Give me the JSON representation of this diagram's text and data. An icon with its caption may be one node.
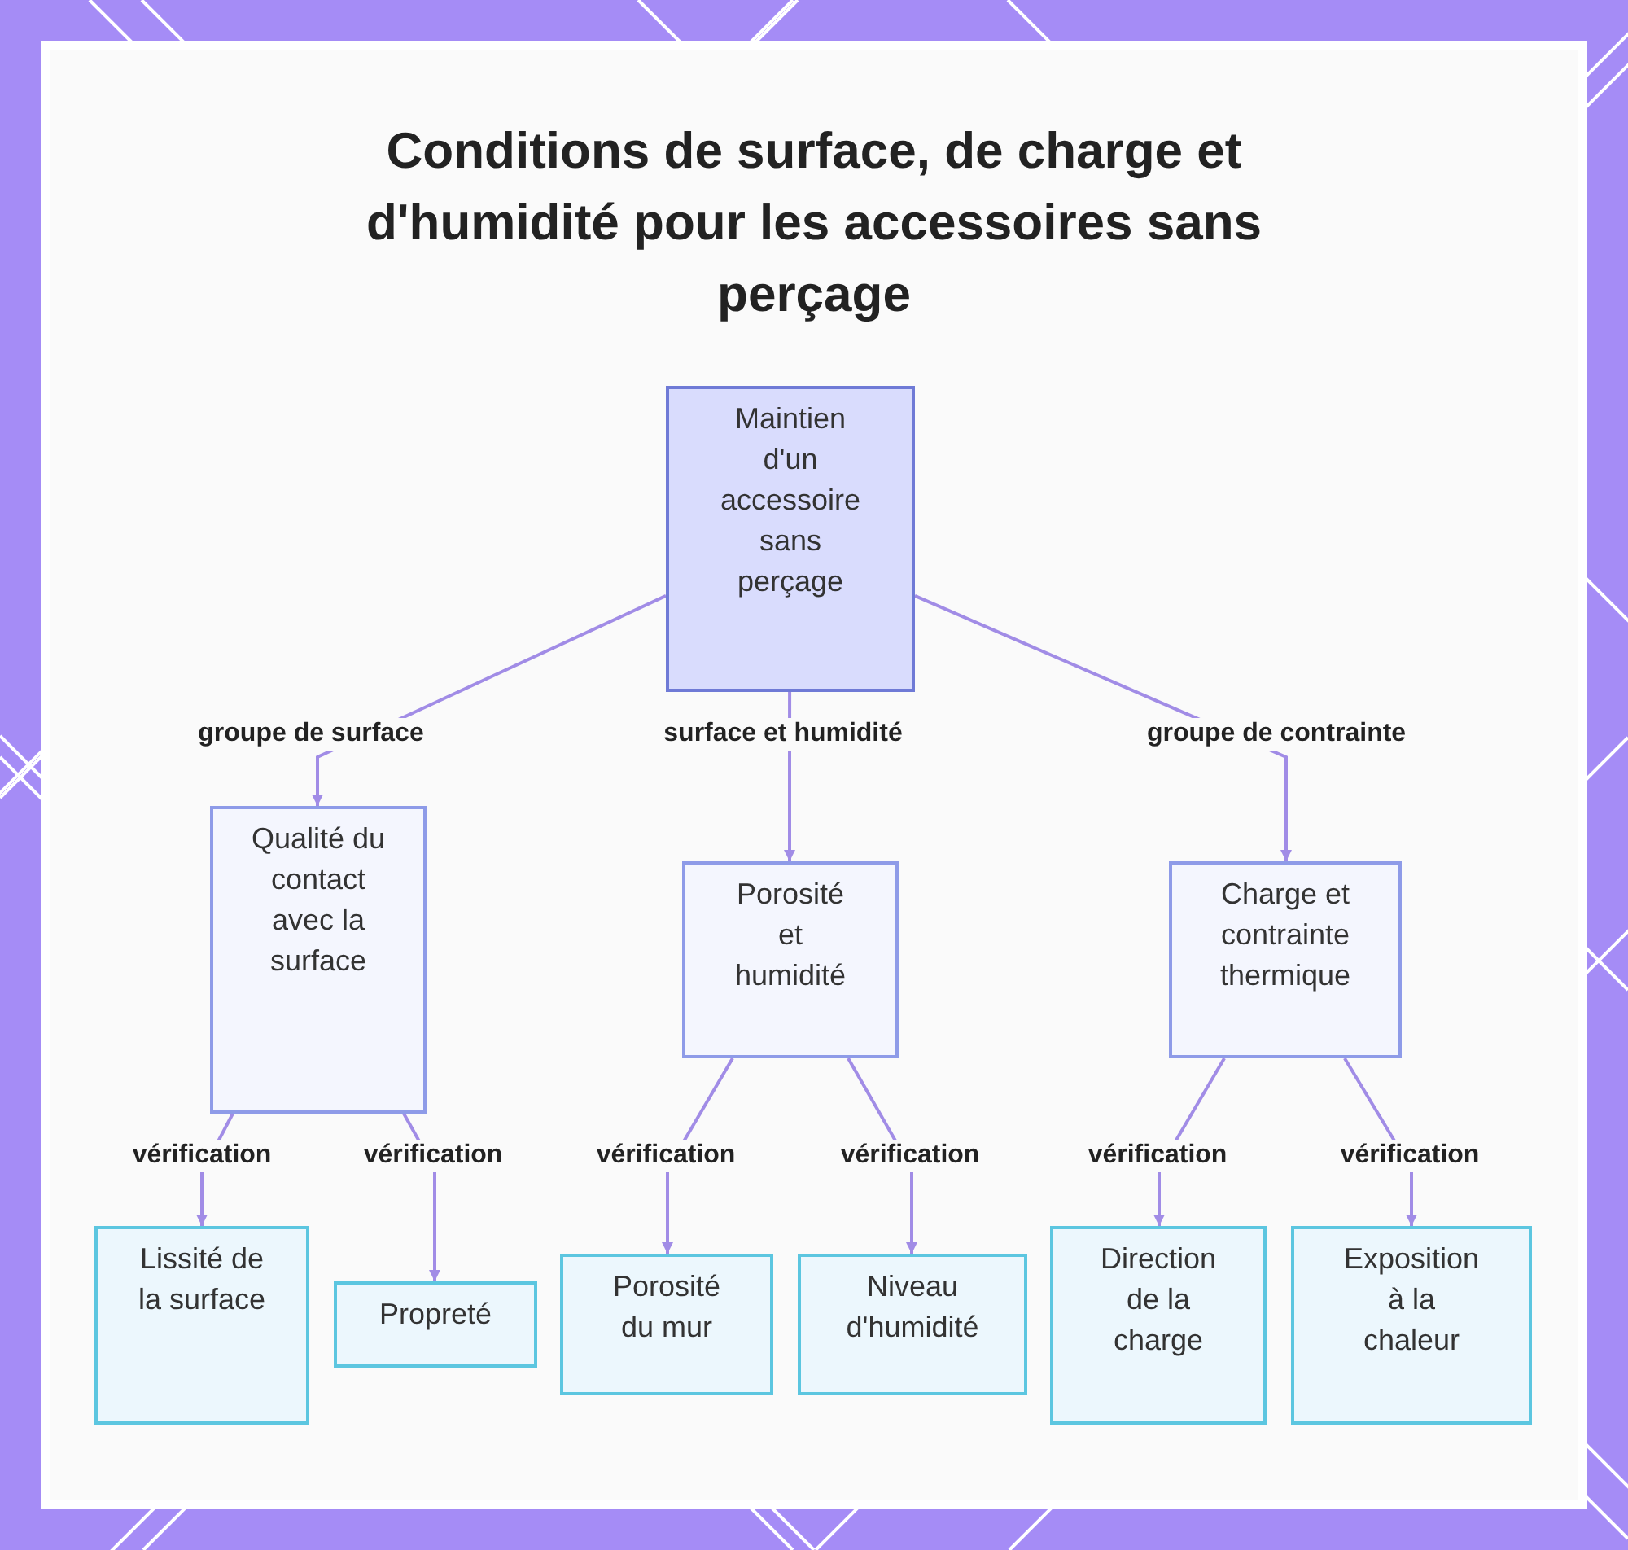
{
  "diagram": {
    "title": "Conditions de surface, de charge et d'humidité pour les accessoires sans perçage",
    "nodes": [
      {
        "text": [
          "Maintien d'un accessoire sans perçage"
        ]
      },
      {
        "text": [
          "Qualité du contact avec la surface"
        ]
      },
      {
        "text": [
          "Porosité et humidité"
        ]
      },
      {
        "text": [
          "Charge et contrainte thermique"
        ]
      },
      {
        "text": [
          "Lissité de la surface"
        ]
      },
      {
        "text": [
          "Propreté"
        ]
      },
      {
        "text": [
          "Porosité du mur"
        ]
      },
      {
        "text": [
          "Niveau d'humidité"
        ]
      },
      {
        "text": [
          "Direction de la charge"
        ]
      },
      {
        "text": [
          "Exposition à la chaleur"
        ]
      }
    ],
    "edges": [
      {
        "from": 0,
        "to": 1,
        "arrow": "to",
        "label": "groupe de surface"
      },
      {
        "from": 0,
        "to": 2,
        "arrow": "to",
        "label": "surface et humidité"
      },
      {
        "from": 0,
        "to": 3,
        "arrow": "to",
        "label": "groupe de contrainte"
      },
      {
        "from": 1,
        "to": 4,
        "arrow": "to",
        "label": "vérification"
      },
      {
        "from": 1,
        "to": 5,
        "arrow": "to",
        "label": "vérification"
      },
      {
        "from": 2,
        "to": 6,
        "arrow": "to",
        "label": "vérification"
      },
      {
        "from": 2,
        "to": 7,
        "arrow": "to",
        "label": "vérification"
      },
      {
        "from": 3,
        "to": 8,
        "arrow": "to",
        "label": "vérification"
      },
      {
        "from": 3,
        "to": 9,
        "arrow": "to",
        "label": "vérification"
      }
    ]
  }
}
